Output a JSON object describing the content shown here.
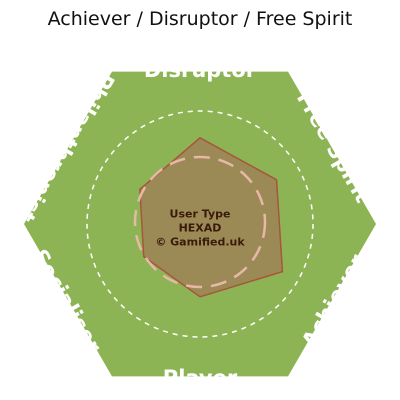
{
  "chart_data": {
    "type": "radar",
    "title": "Achiever / Disruptor / Free Spirit",
    "categories": [
      "Disruptor",
      "Free Spirit",
      "Achiever",
      "Player",
      "Socialiser",
      "Philanthropist"
    ],
    "values": [
      0.77,
      0.79,
      0.85,
      0.65,
      0.58,
      0.62
    ],
    "center_text": [
      "User Type",
      "HEXAD",
      "© Gamified.uk"
    ],
    "colors": {
      "hexagon": "#8db454",
      "profile_fill": "#9c8a56",
      "profile_stroke": "#a8553a",
      "guide": "#ffffff",
      "inner_guide": "#e6b8a8"
    }
  }
}
